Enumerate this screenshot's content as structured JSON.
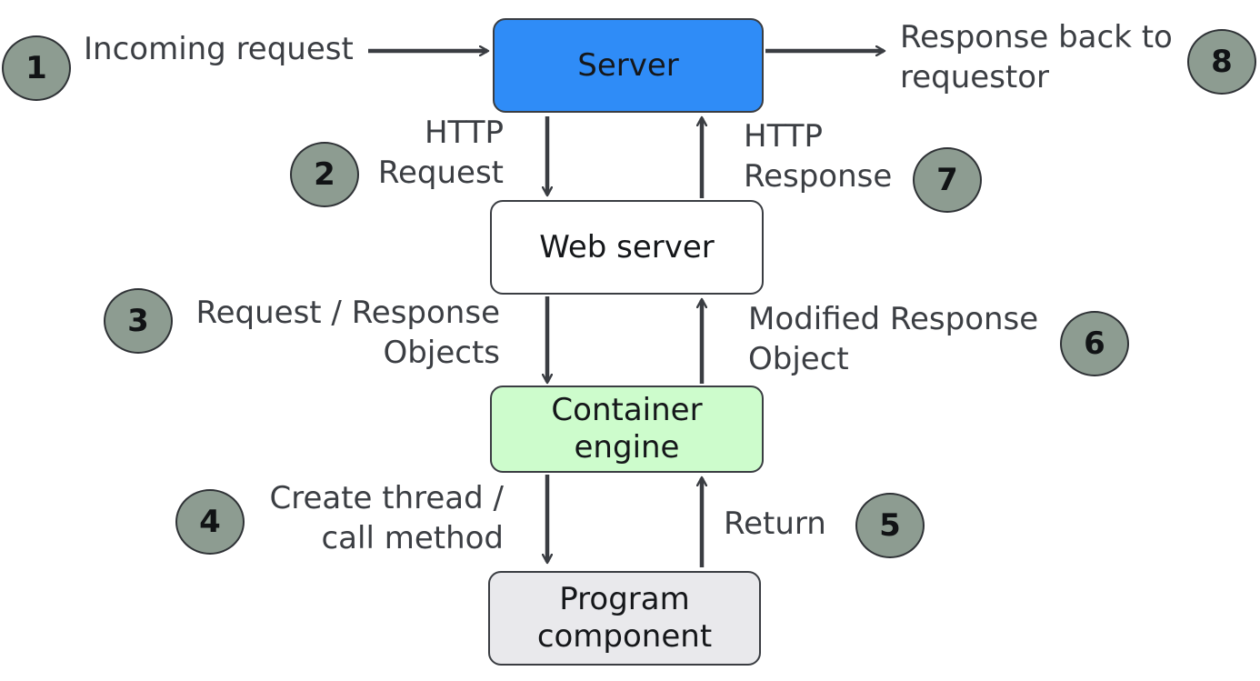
{
  "colors": {
    "server_fill": "#2f8cf7",
    "web_server_fill": "#ffffff",
    "container_fill": "#cdfccc",
    "program_fill": "#e9e9ec",
    "badge_fill": "#8d9c91",
    "arrow": "#3a3d42",
    "text": "#3b3e43"
  },
  "nodes": {
    "server": {
      "text": "Server"
    },
    "web_server": {
      "text": "Web server"
    },
    "container_engine": {
      "line1": "Container",
      "line2": "engine"
    },
    "program_component": {
      "line1": "Program",
      "line2": "component"
    }
  },
  "labels": {
    "incoming": {
      "text": "Incoming request"
    },
    "response_back": {
      "line1": "Response back to",
      "line2": "requestor"
    },
    "http_request": {
      "line1": "HTTP",
      "line2": "Request"
    },
    "http_response": {
      "line1": "HTTP",
      "line2": "Response"
    },
    "req_resp_objects": {
      "line1": "Request / Response",
      "line2": "Objects"
    },
    "modified_response": {
      "line1": "Modified Response",
      "line2": "Object"
    },
    "create_thread": {
      "line1": "Create thread /",
      "line2": "call method"
    },
    "return": {
      "text": "Return"
    }
  },
  "steps": [
    "1",
    "2",
    "3",
    "4",
    "5",
    "6",
    "7",
    "8"
  ],
  "edges": [
    {
      "from": "requestor",
      "to": "server",
      "label": "Incoming request",
      "step": "1"
    },
    {
      "from": "server",
      "to": "web_server",
      "label": "HTTP Request",
      "step": "2"
    },
    {
      "from": "web_server",
      "to": "container_engine",
      "label": "Request / Response Objects",
      "step": "3"
    },
    {
      "from": "container_engine",
      "to": "program_component",
      "label": "Create thread / call method",
      "step": "4"
    },
    {
      "from": "program_component",
      "to": "container_engine",
      "label": "Return",
      "step": "5"
    },
    {
      "from": "container_engine",
      "to": "web_server",
      "label": "Modified Response Object",
      "step": "6"
    },
    {
      "from": "web_server",
      "to": "server",
      "label": "HTTP Response",
      "step": "7"
    },
    {
      "from": "server",
      "to": "requestor",
      "label": "Response back to requestor",
      "step": "8"
    }
  ]
}
